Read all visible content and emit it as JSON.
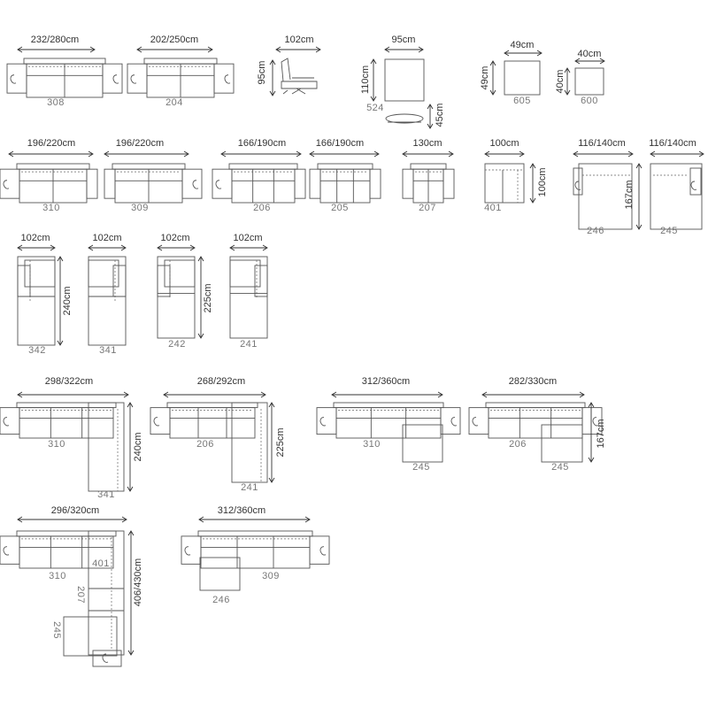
{
  "configurations": {
    "r1_a": {
      "width": "232/280cm",
      "code": "308"
    },
    "r1_b": {
      "width": "202/250cm",
      "code": "204"
    },
    "r1_side": {
      "depth": "102cm",
      "height": "95cm"
    },
    "r1_ottoman": {
      "width": "95cm",
      "depth": "110cm",
      "code": "524",
      "height": "45cm"
    },
    "r1_pouf49": {
      "width": "49cm",
      "depth": "49cm",
      "code": "605"
    },
    "r1_pouf40": {
      "width": "40cm",
      "depth": "40cm",
      "code": "600"
    },
    "r2_310": {
      "width": "196/220cm",
      "code": "310"
    },
    "r2_309": {
      "width": "196/220cm",
      "code": "309"
    },
    "r2_206": {
      "width": "166/190cm",
      "code": "206"
    },
    "r2_205": {
      "width": "166/190cm",
      "code": "205"
    },
    "r2_207": {
      "width": "130cm",
      "code": "207"
    },
    "r2_401": {
      "width": "100cm",
      "depth": "100cm",
      "code": "401"
    },
    "r2_246": {
      "width": "116/140cm",
      "depth": "167cm",
      "code": "246"
    },
    "r2_245": {
      "width": "116/140cm",
      "code": "245"
    },
    "r3_342": {
      "width": "102cm",
      "depth": "240cm",
      "code": "342"
    },
    "r3_341": {
      "width": "102cm",
      "code": "341"
    },
    "r3_242": {
      "width": "102cm",
      "depth": "225cm",
      "code": "242"
    },
    "r3_241": {
      "width": "102cm",
      "code": "241"
    },
    "r4_a": {
      "width": "298/322cm",
      "code_main": "310",
      "code_side": "341",
      "depth": "240cm"
    },
    "r4_b": {
      "width": "268/292cm",
      "code_main": "206",
      "code_side": "241",
      "depth": "225cm"
    },
    "r4_c": {
      "width": "312/360cm",
      "code_main": "310",
      "code_side": "245"
    },
    "r4_d": {
      "width": "282/330cm",
      "code_main": "206",
      "code_side": "245",
      "depth": "167cm"
    },
    "r5_a": {
      "width": "296/320cm",
      "code_main": "310",
      "code_corner": "401",
      "code_mid": "207",
      "code_end": "245",
      "depth": "406/430cm"
    },
    "r5_b": {
      "width": "312/360cm",
      "code_main": "309",
      "code_side": "246"
    }
  }
}
